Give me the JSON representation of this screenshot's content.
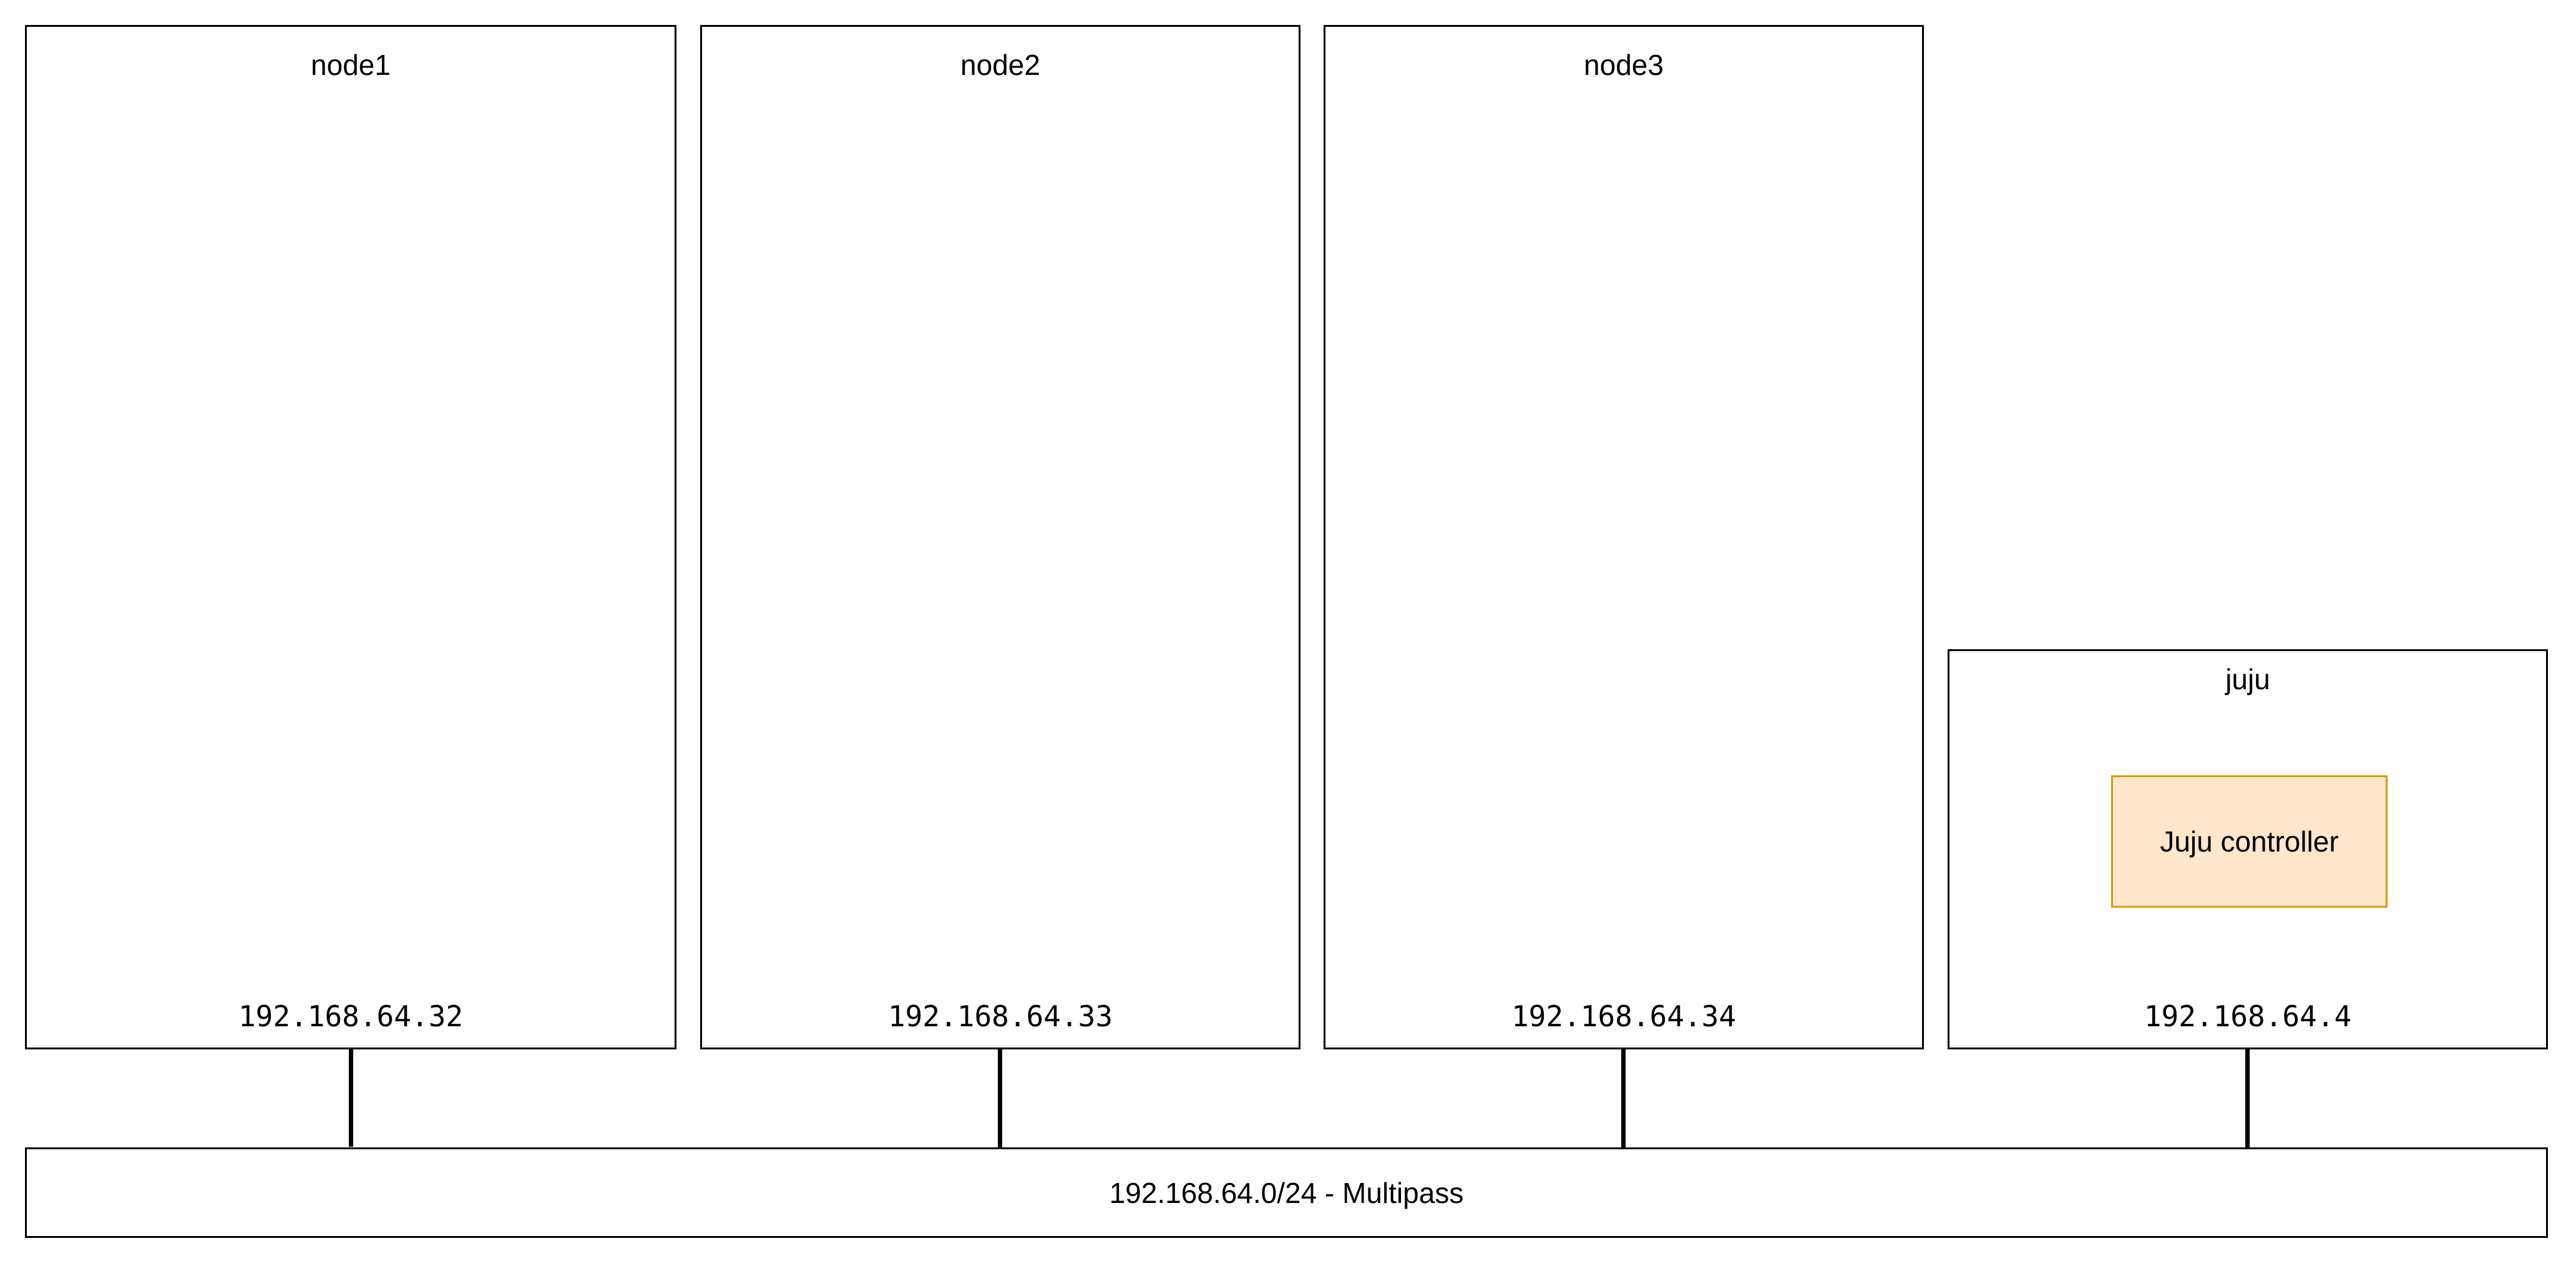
{
  "nodes": [
    {
      "name": "node1",
      "ip": "192.168.64.32"
    },
    {
      "name": "node2",
      "ip": "192.168.64.33"
    },
    {
      "name": "node3",
      "ip": "192.168.64.34"
    }
  ],
  "juju": {
    "name": "juju",
    "ip": "192.168.64.4",
    "controller_label": "Juju controller"
  },
  "network": {
    "label": "192.168.64.0/24 - Multipass"
  },
  "colors": {
    "border": "#000000",
    "controller_fill": "#ffe6cc",
    "controller_border": "#d79b00"
  }
}
